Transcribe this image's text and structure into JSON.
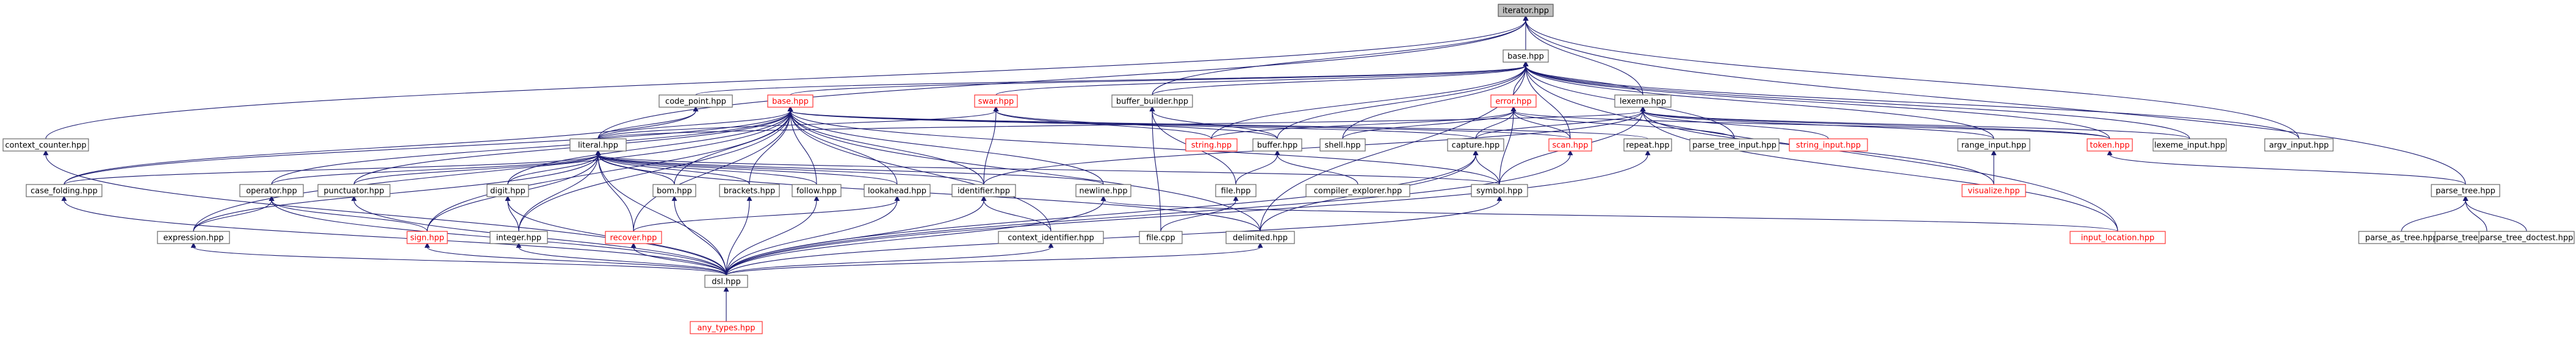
{
  "diagram": {
    "nodes": [
      {
        "id": "iterator",
        "label": "iterator.hpp",
        "highlight": true
      },
      {
        "id": "base",
        "label": "base.hpp"
      },
      {
        "id": "context_counter",
        "label": "context_counter.hpp"
      },
      {
        "id": "code_point",
        "label": "code_point.hpp"
      },
      {
        "id": "base_red",
        "label": "base.hpp",
        "red": true
      },
      {
        "id": "swar",
        "label": "swar.hpp",
        "red": true
      },
      {
        "id": "buffer_builder",
        "label": "buffer_builder.hpp"
      },
      {
        "id": "error",
        "label": "error.hpp",
        "red": true
      },
      {
        "id": "lexeme",
        "label": "lexeme.hpp"
      },
      {
        "id": "case_folding",
        "label": "case_folding.hpp"
      },
      {
        "id": "literal",
        "label": "literal.hpp"
      },
      {
        "id": "string",
        "label": "string.hpp",
        "red": true
      },
      {
        "id": "buffer",
        "label": "buffer.hpp"
      },
      {
        "id": "shell",
        "label": "shell.hpp"
      },
      {
        "id": "capture",
        "label": "capture.hpp"
      },
      {
        "id": "scan",
        "label": "scan.hpp",
        "red": true
      },
      {
        "id": "repeat",
        "label": "repeat.hpp"
      },
      {
        "id": "parse_tree_input",
        "label": "parse_tree_input.hpp"
      },
      {
        "id": "string_input",
        "label": "string_input.hpp",
        "red": true
      },
      {
        "id": "range_input",
        "label": "range_input.hpp"
      },
      {
        "id": "token",
        "label": "token.hpp",
        "red": true
      },
      {
        "id": "lexeme_input",
        "label": "lexeme_input.hpp"
      },
      {
        "id": "argv_input",
        "label": "argv_input.hpp"
      },
      {
        "id": "operator",
        "label": "operator.hpp"
      },
      {
        "id": "punctuator",
        "label": "punctuator.hpp"
      },
      {
        "id": "digit",
        "label": "digit.hpp"
      },
      {
        "id": "bom",
        "label": "bom.hpp"
      },
      {
        "id": "brackets",
        "label": "brackets.hpp"
      },
      {
        "id": "follow",
        "label": "follow.hpp"
      },
      {
        "id": "lookahead",
        "label": "lookahead.hpp"
      },
      {
        "id": "identifier",
        "label": "identifier.hpp"
      },
      {
        "id": "newline",
        "label": "newline.hpp"
      },
      {
        "id": "file",
        "label": "file.hpp"
      },
      {
        "id": "compiler_explorer",
        "label": "compiler_explorer.hpp"
      },
      {
        "id": "symbol",
        "label": "symbol.hpp"
      },
      {
        "id": "visualize",
        "label": "visualize.hpp",
        "red": true
      },
      {
        "id": "parse_tree",
        "label": "parse_tree.hpp"
      },
      {
        "id": "expression",
        "label": "expression.hpp"
      },
      {
        "id": "sign",
        "label": "sign.hpp",
        "red": true
      },
      {
        "id": "integer",
        "label": "integer.hpp"
      },
      {
        "id": "recover",
        "label": "recover.hpp",
        "red": true
      },
      {
        "id": "context_identifier",
        "label": "context_identifier.hpp"
      },
      {
        "id": "file_cpp",
        "label": "file.cpp"
      },
      {
        "id": "delimited",
        "label": "delimited.hpp"
      },
      {
        "id": "input_location",
        "label": "input_location.hpp",
        "red": true
      },
      {
        "id": "parse_as_tree",
        "label": "parse_as_tree.hpp"
      },
      {
        "id": "parse_tree_algorithm",
        "label": "parse_tree_algorithm.hpp"
      },
      {
        "id": "parse_tree_doctest",
        "label": "parse_tree_doctest.hpp"
      },
      {
        "id": "dsl",
        "label": "dsl.hpp"
      },
      {
        "id": "any_types",
        "label": "any_types.hpp",
        "red": true
      }
    ]
  }
}
